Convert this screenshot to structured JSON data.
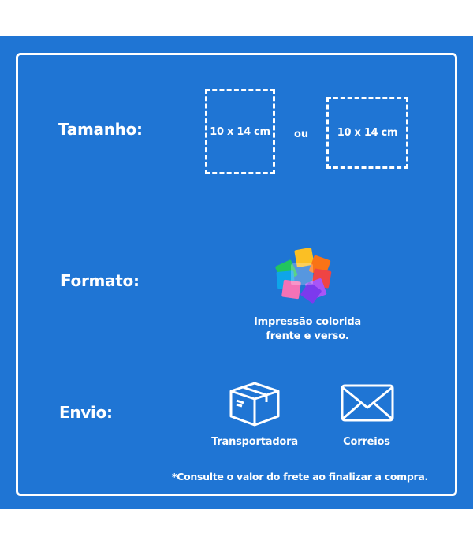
{
  "tamanho": {
    "label": "Tamanho:",
    "option_1": "10 x 14 cm",
    "separator": "ou",
    "option_2": "10 x 14 cm"
  },
  "formato": {
    "label": "Formato:",
    "icon": "color-palette-icon",
    "caption_line_1": "Impressão colorida",
    "caption_line_2": "frente e verso."
  },
  "envio": {
    "label": "Envio:",
    "options": [
      {
        "icon": "box-icon",
        "label": "Transportadora"
      },
      {
        "icon": "envelope-icon",
        "label": "Correios"
      }
    ],
    "note": "*Consulte o valor do frete ao finalizar a compra."
  },
  "colors": {
    "background": "#1f75d4",
    "foreground": "#ffffff"
  }
}
